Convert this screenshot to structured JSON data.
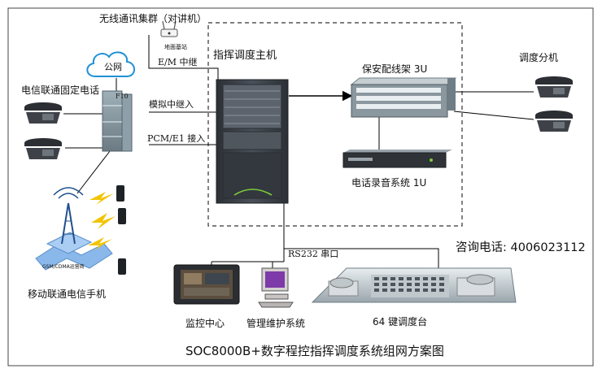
{
  "labels": {
    "wireless_cluster": "无线通讯集群（对讲机）",
    "base_station": "地面基站",
    "em_trunk": "E/M 中继",
    "public_network": "公网",
    "f10": "F10",
    "fixed_phone": "电信联通固定电话",
    "analog_trunk": "模拟中继入",
    "pcm_e1": "PCM/E1 接入",
    "gsm_cdma": "GSM/CDMA运营商",
    "mobile_phone": "移动联通电信手机",
    "dispatch_host": "指挥调度主机",
    "security_frame": "保安配线架 3U",
    "recording_system": "电话录音系统 1U",
    "dispatch_extension": "调度分机",
    "rs232": "RS232 串口",
    "hotline": "咨询电话: 4006023112",
    "monitor_center": "监控中心",
    "management_system": "管理维护系统",
    "console64": "64 键调度台",
    "caption": "SOC8000B+数字程控指挥调度系统组网方案图"
  },
  "colors": {
    "line": "#000000",
    "dash": "#333333",
    "cabinet": "#3a3f46",
    "cloud": "#1e90d6",
    "tower_cell": "#8ab8ea",
    "frame_panel": "#6f7d86"
  }
}
